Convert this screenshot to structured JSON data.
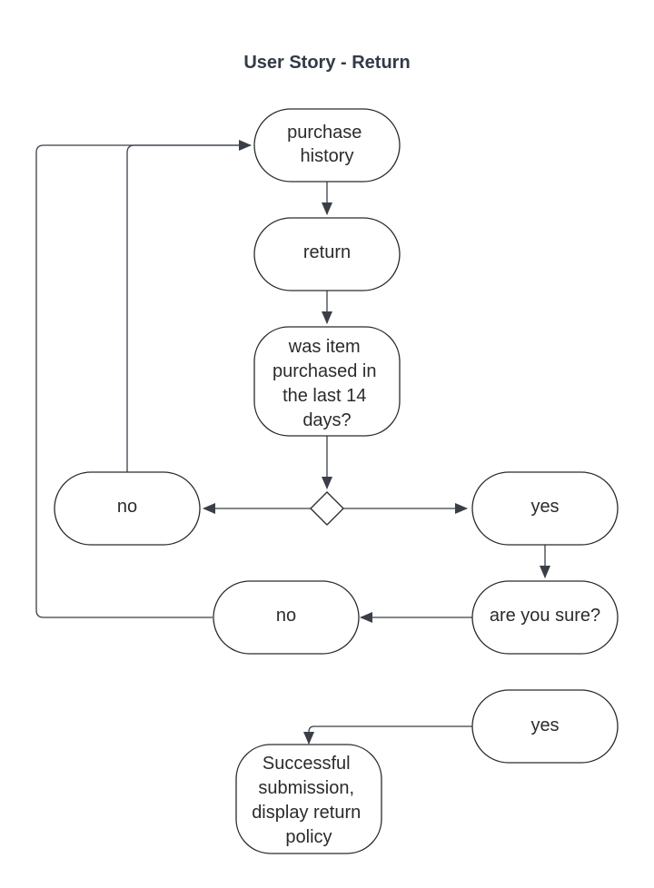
{
  "title": "User Story - Return",
  "nodes": {
    "purchase_history": [
      "purchase",
      "history"
    ],
    "return": [
      "return"
    ],
    "question_14_days": [
      "was item",
      "purchased in",
      "the last 14",
      "days?"
    ],
    "no_first": [
      "no"
    ],
    "yes_first": [
      "yes"
    ],
    "are_you_sure": [
      "are you sure?"
    ],
    "no_second": [
      "no"
    ],
    "yes_second": [
      "yes"
    ],
    "success": [
      "Successful",
      "submission,",
      "display return",
      "policy"
    ]
  },
  "colors": {
    "stroke": "#2b2b2b",
    "edge": "#3a3f47",
    "title": "#333a47"
  }
}
